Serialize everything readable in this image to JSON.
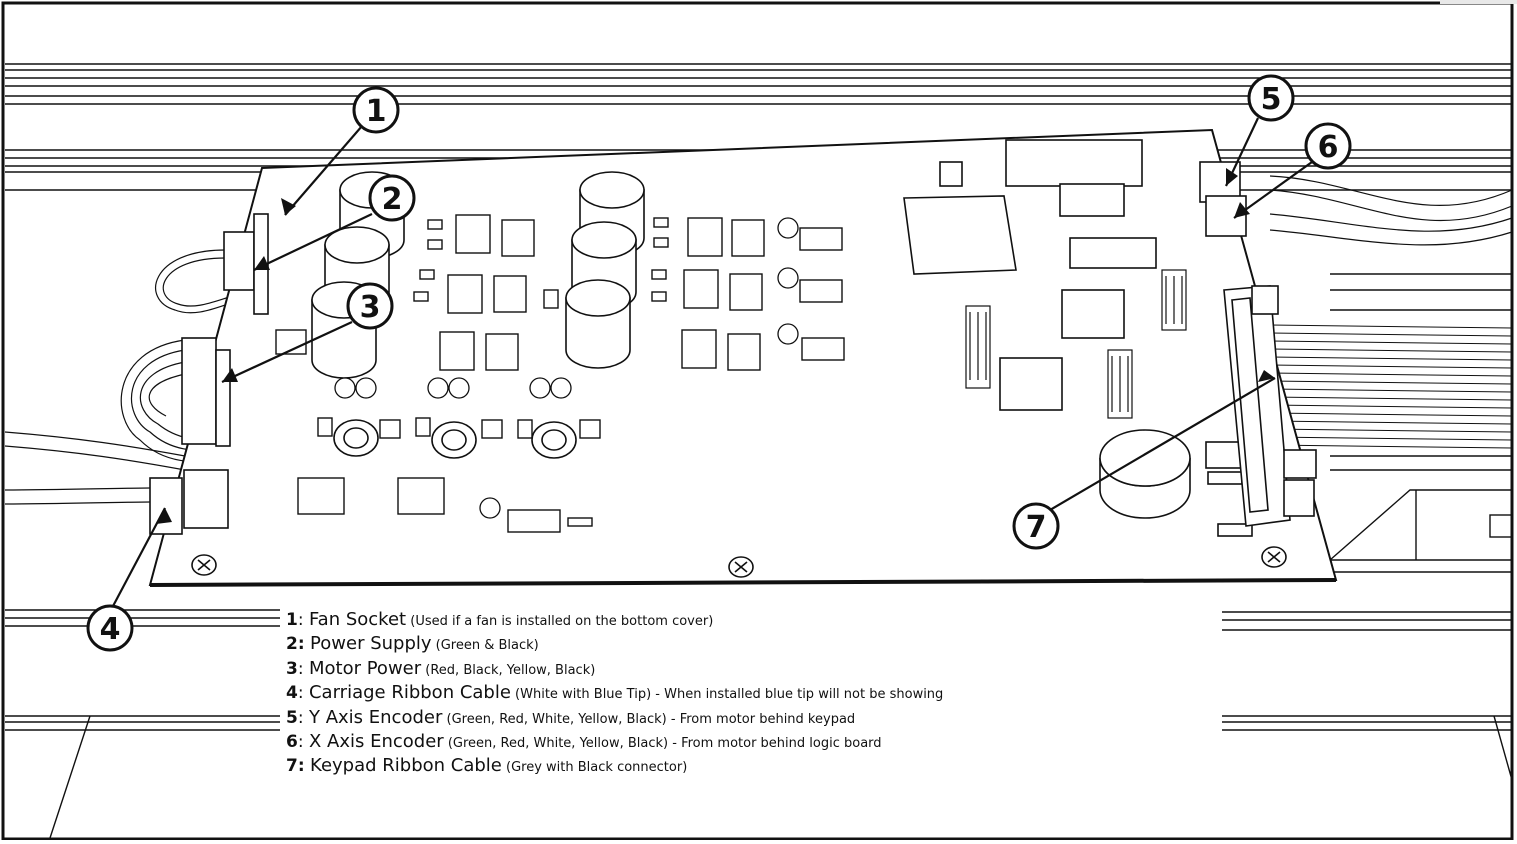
{
  "callouts": [
    {
      "number": "1"
    },
    {
      "number": "2"
    },
    {
      "number": "3"
    },
    {
      "number": "4"
    },
    {
      "number": "5"
    },
    {
      "number": "6"
    },
    {
      "number": "7"
    }
  ],
  "legend": [
    {
      "number": "1",
      "separator": ": ",
      "name": "Fan Socket",
      "detail": " (Used if a fan is installed on the bottom cover)",
      "note": ""
    },
    {
      "number": "2:",
      "separator": " ",
      "name": "Power Supply",
      "detail": " (Green & Black)",
      "note": ""
    },
    {
      "number": "3",
      "separator": ": ",
      "name": "Motor Power",
      "detail": " (Red, Black, Yellow, Black)",
      "note": ""
    },
    {
      "number": "4",
      "separator": ": ",
      "name": "Carriage Ribbon Cable",
      "detail": " (White with Blue Tip)",
      "note": " - When installed blue tip will not be showing"
    },
    {
      "number": "5",
      "separator": ": ",
      "name": "Y Axis Encoder",
      "detail": " (Green, Red, White, Yellow, Black)",
      "note": " - From motor behind keypad"
    },
    {
      "number": "6",
      "separator": ": ",
      "name": "X Axis Encoder",
      "detail": " (Green, Red, White, Yellow, Black)",
      "note": " - From motor behind logic board"
    },
    {
      "number": "7:",
      "separator": " ",
      "name": "Keypad Ribbon Cable",
      "detail": " (Grey with Black connector)",
      "note": ""
    }
  ],
  "colors": {
    "line": "#111111",
    "board": "#ffffff",
    "rail": "#eeeeee"
  }
}
